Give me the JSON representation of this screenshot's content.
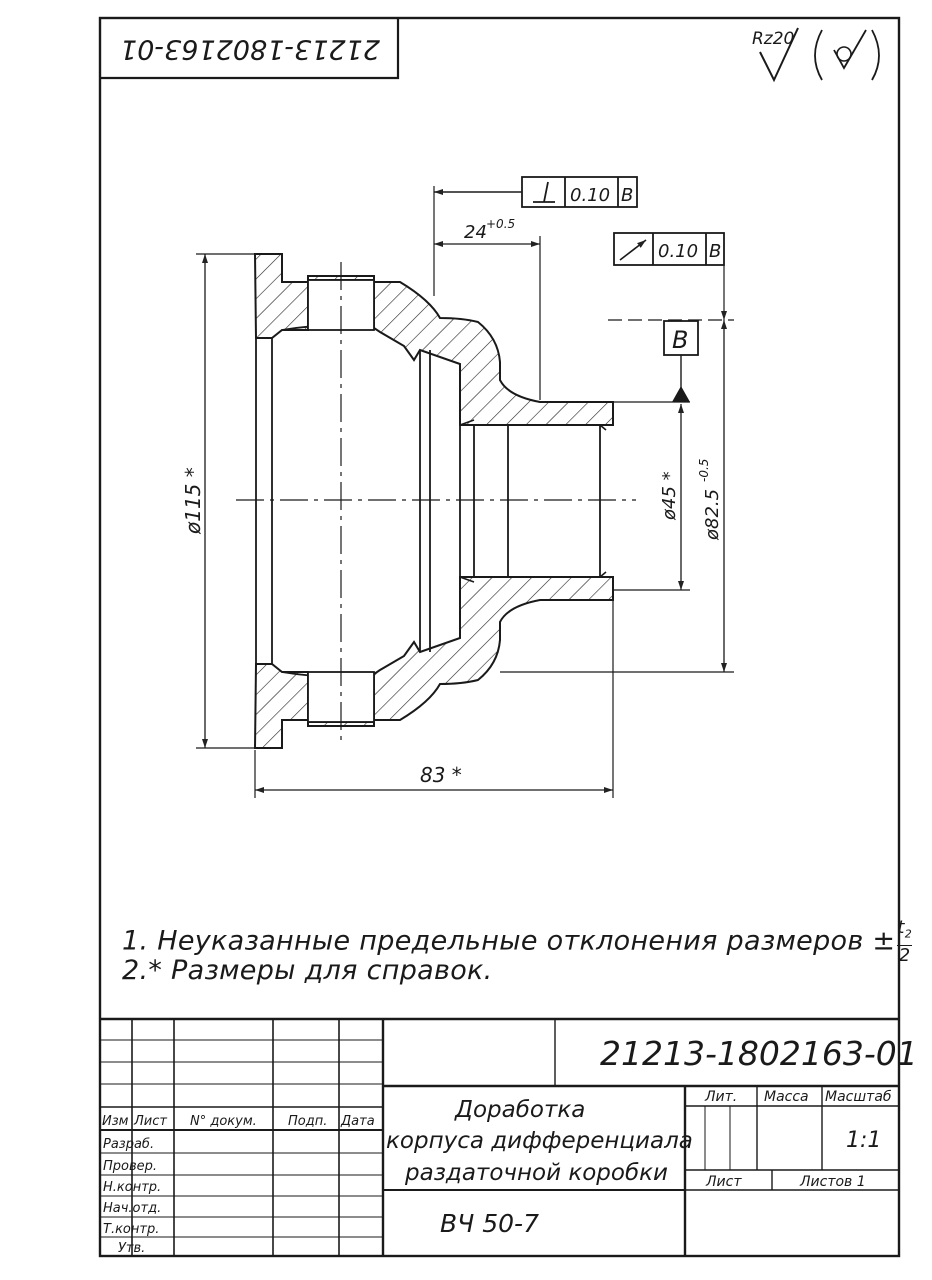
{
  "drawing": {
    "number_mirrored": "21213-1802163-01",
    "roughness": "Rz20",
    "datum": "B",
    "perpendicularity": {
      "tolerance": "0.10",
      "datum": "B"
    },
    "runout": {
      "tolerance": "0.10",
      "datum": "B"
    },
    "dims": {
      "length_24": "24",
      "length_24_tol": "+0.5",
      "dia_115": "ø115 *",
      "dia_45": "ø45 *",
      "dia_82": "ø82.5",
      "dia_82_tol": "-0.5",
      "length_83": "83 *"
    }
  },
  "notes": {
    "line1": "1. Неуказанные предельные отклонения размеров ±",
    "line1_frac_num": "t",
    "line1_frac_sub": "2",
    "line1_frac_den": "2",
    "line2": "2.* Размеры для справок."
  },
  "title_block": {
    "designation": "21213-1802163-01",
    "title_line1": "Доработка",
    "title_line2": "корпуса дифференциала",
    "title_line3": "раздаточной коробки",
    "material": "ВЧ 50-7",
    "headers": {
      "izm": "Изм",
      "list": "Лист",
      "doc": "N° докум.",
      "sign": "Подп.",
      "date": "Дата"
    },
    "roles": [
      "Разраб.",
      "Провер.",
      "Н.контр.",
      "Нач.отд.",
      "Т.контр.",
      "Утв."
    ],
    "lit": "Лит.",
    "mass": "Масса",
    "scale_label": "Масштаб",
    "scale": "1:1",
    "sheet": "Лист",
    "sheets": "Листов 1"
  }
}
